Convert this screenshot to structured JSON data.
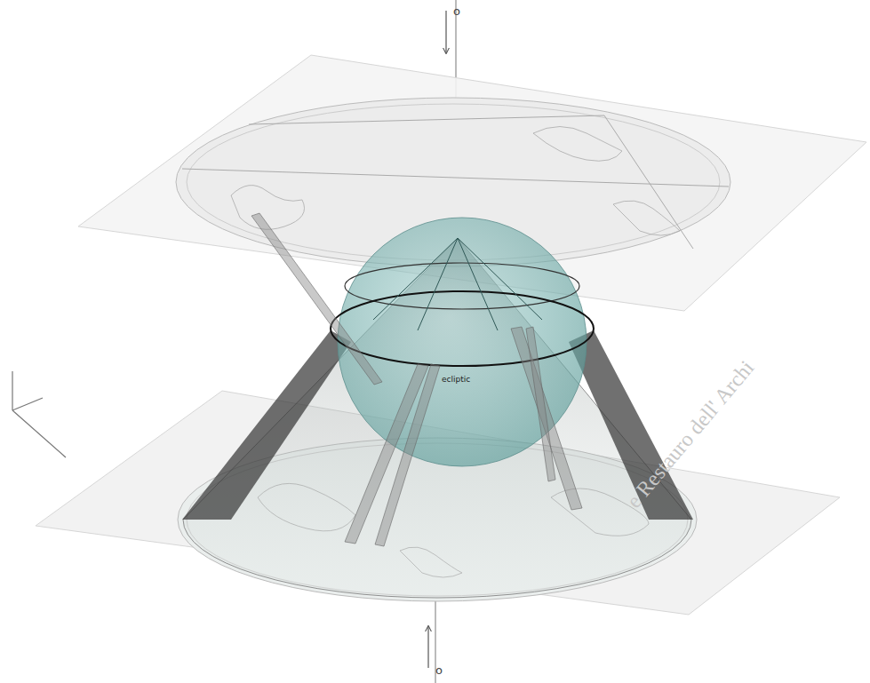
{
  "diagram": {
    "labels": [
      "o",
      "ecliptic",
      "o",
      "e Restauro dell' Archi"
    ]
  }
}
